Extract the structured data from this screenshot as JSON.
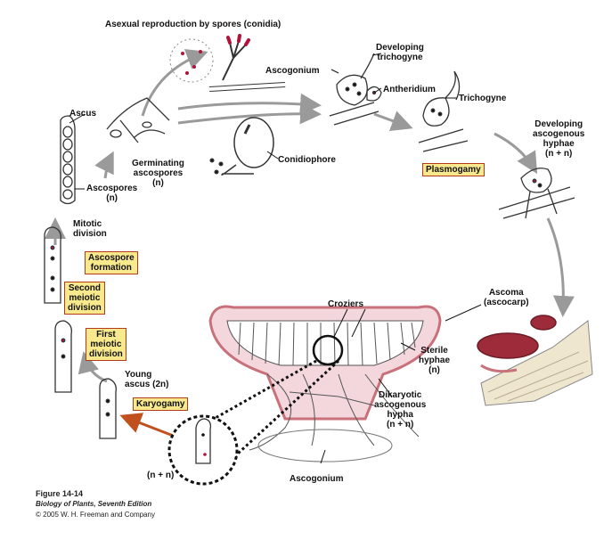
{
  "labels": {
    "asexual": "Asexual reproduction by spores (conidia)",
    "ascogonium_top": "Ascogonium",
    "developing_trichogyne": [
      "Developing",
      "trichogyne"
    ],
    "antheridium": "Antheridium",
    "trichogyne": "Trichogyne",
    "developing_ascogenous_hyphae": [
      "Developing",
      "ascogenous",
      "hyphae",
      "(n + n)"
    ],
    "ascus": "Ascus",
    "germinating_ascospores": [
      "Germinating",
      "ascospores",
      "(n)"
    ],
    "conidiophore": "Conidiophore",
    "ascospores": [
      "Ascospores",
      "(n)"
    ],
    "mitotic_division": [
      "Mitotic",
      "division"
    ],
    "croziers": "Croziers",
    "ascoma": [
      "Ascoma",
      "(ascocarp)"
    ],
    "sterile_hyphae": [
      "Sterile",
      "hyphae",
      "(n)"
    ],
    "dikaryotic": [
      "Dikaryotic",
      "ascogenous",
      "hypha",
      "(n + n)"
    ],
    "young_ascus": [
      "Young",
      "ascus (2n)"
    ],
    "nn_bottom": "(n + n)",
    "ascogonium_bottom": "Ascogonium"
  },
  "stages": {
    "plasmogamy": "Plasmogamy",
    "ascospore_formation": [
      "Ascospore",
      "formation"
    ],
    "second_meiotic": [
      "Second",
      "meiotic",
      "division"
    ],
    "first_meiotic": [
      "First",
      "meiotic",
      "division"
    ],
    "karyogamy": "Karyogamy"
  },
  "caption": {
    "figure": "Figure 14-14",
    "book": "Biology of Plants, Seventh Edition",
    "copyright": "© 2005 W. H. Freeman and Company"
  },
  "colors": {
    "stage_fill": "#f7e98c",
    "stage_border": "#b23b1c",
    "ascoma_pink": "#c9717a",
    "ascoma_dark": "#9e2b3a",
    "spore_red": "#b0123a",
    "arrow_gray": "#9a9a9a"
  }
}
